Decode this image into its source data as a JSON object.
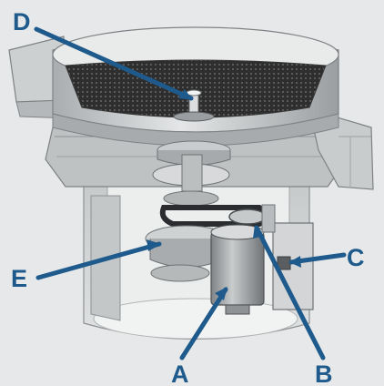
{
  "colors": {
    "background": "#e6e8e9",
    "callout": "#1f5a8c",
    "metal_light": "#d9dbdc",
    "metal_mid": "#b9bcbe",
    "metal_dark": "#8e9294",
    "screen_mesh": "#2b2b2b",
    "belt": "#2a2c30"
  },
  "callouts": [
    {
      "id": "A",
      "label": "A"
    },
    {
      "id": "B",
      "label": "B"
    },
    {
      "id": "C",
      "label": "C"
    },
    {
      "id": "D",
      "label": "D"
    },
    {
      "id": "E",
      "label": "E"
    }
  ]
}
